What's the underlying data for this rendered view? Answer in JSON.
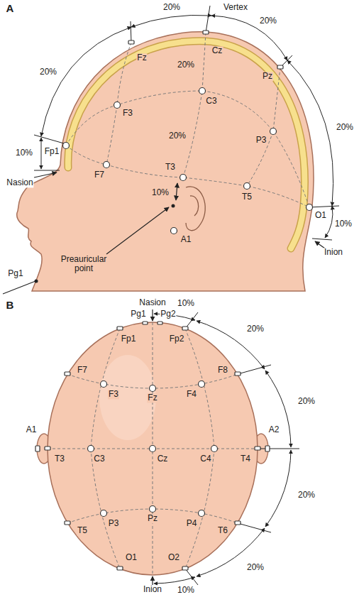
{
  "diagram": {
    "labels": [
      "A",
      "20%",
      "Vertex",
      "Fz",
      "Cz",
      "20%",
      "20%",
      "Fp1",
      "20%",
      "F3",
      "C3",
      "P3",
      "Pz",
      "20%",
      "F7",
      "20%",
      "T3",
      "T5",
      "O1",
      "10%",
      "Nasion",
      "10%",
      "A1",
      "10%",
      "Inion",
      "Preauricular point",
      "Pg1",
      "B",
      "Nasion",
      "10%",
      "Pg1",
      "Pg2",
      "Fp1",
      "Fp2",
      "20%",
      "F7",
      "F3",
      "Fz",
      "F4",
      "F8",
      "20%",
      "A1",
      "T3",
      "C3",
      "Cz",
      "C4",
      "T4",
      "A2",
      "20%",
      "T5",
      "P3",
      "Pz",
      "P4",
      "T6",
      "20%",
      "O1",
      "O2",
      "Inion",
      "10%"
    ]
  }
}
